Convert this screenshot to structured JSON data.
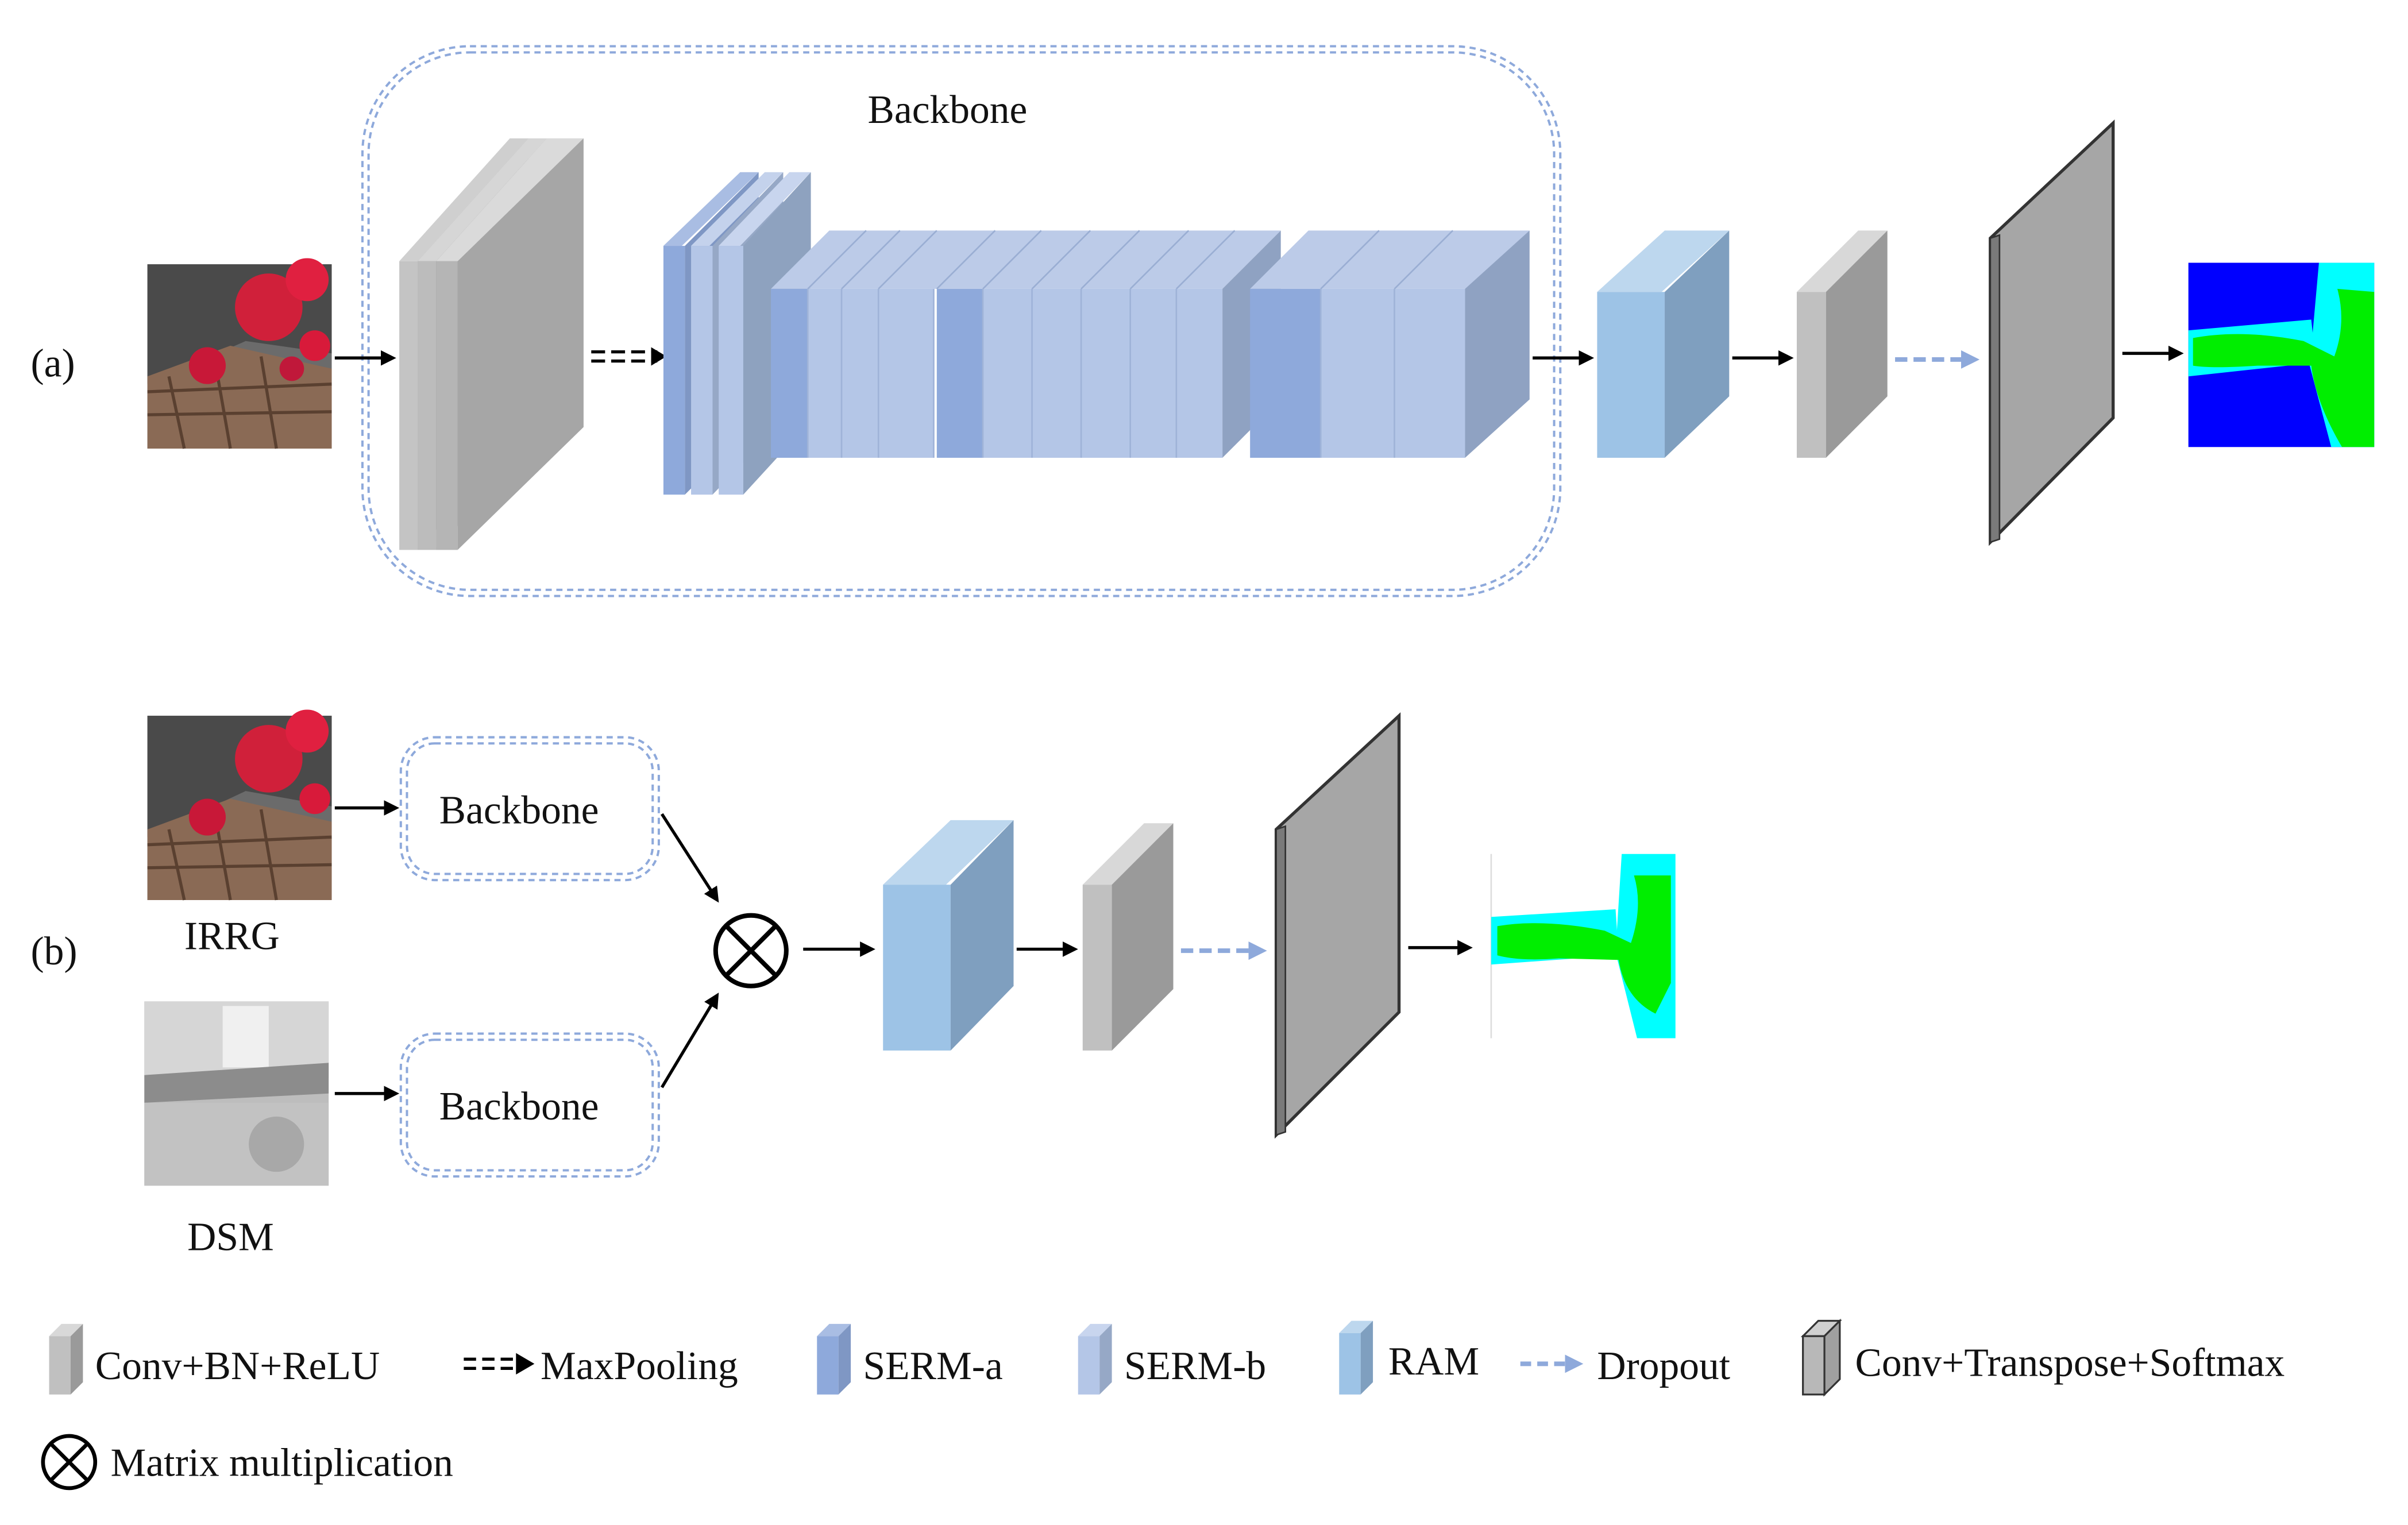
{
  "labels": {
    "part_a": "(a)",
    "part_b": "(b)",
    "backbone_title": "Backbone",
    "backbone_rgb": "Backbone",
    "backbone_dsm": "Backbone",
    "input_rgb": "IRRG",
    "input_dsm": "DSM"
  },
  "legend": {
    "conv": "Conv+BN+ReLU",
    "maxpool": "MaxPooling",
    "serm_a": "SERM-a",
    "serm_b": "SERM-b",
    "ram": "RAM",
    "dropout": "Dropout",
    "deconv": "Conv+Transpose+Softmax",
    "matmul": "Matrix multiplication"
  },
  "colors": {
    "conv_gray": "#b5b5b5",
    "serm_a": "#8ea9db",
    "serm_b": "#b4c6e7",
    "ram": "#9dc3e6",
    "dropout": "#8ea9db",
    "deconv": "#a6a6a6",
    "seg_blue": "#0000ff",
    "seg_cyan": "#00ffff",
    "seg_green": "#00ff00"
  }
}
